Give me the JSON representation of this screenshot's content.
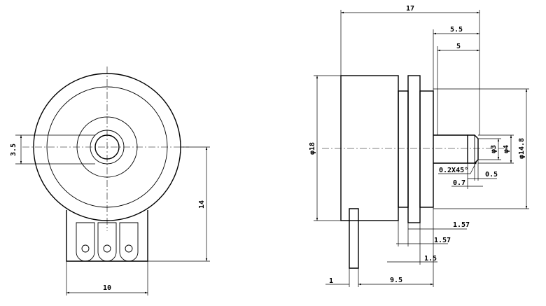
{
  "front_view": {
    "dims": {
      "dia_shaft_center": "3.5",
      "height": "14",
      "width": "10"
    }
  },
  "side_view": {
    "dims": {
      "overall_length": "17",
      "shaft_len_a": "5.5",
      "shaft_len_b": "5",
      "body_dia": "φ18",
      "shaft_dia": "φ3",
      "shaft_dia_b": "φ4",
      "flange_dia": "φ14.8",
      "chamfer": "0.2X45°",
      "groove": "0.5",
      "groove_pos": "0.7",
      "flange_t1": "1.57",
      "flange_t2": "1.57",
      "flange_t3": "1.5",
      "terminal_t": "1",
      "terminal_pos": "9.5"
    }
  }
}
